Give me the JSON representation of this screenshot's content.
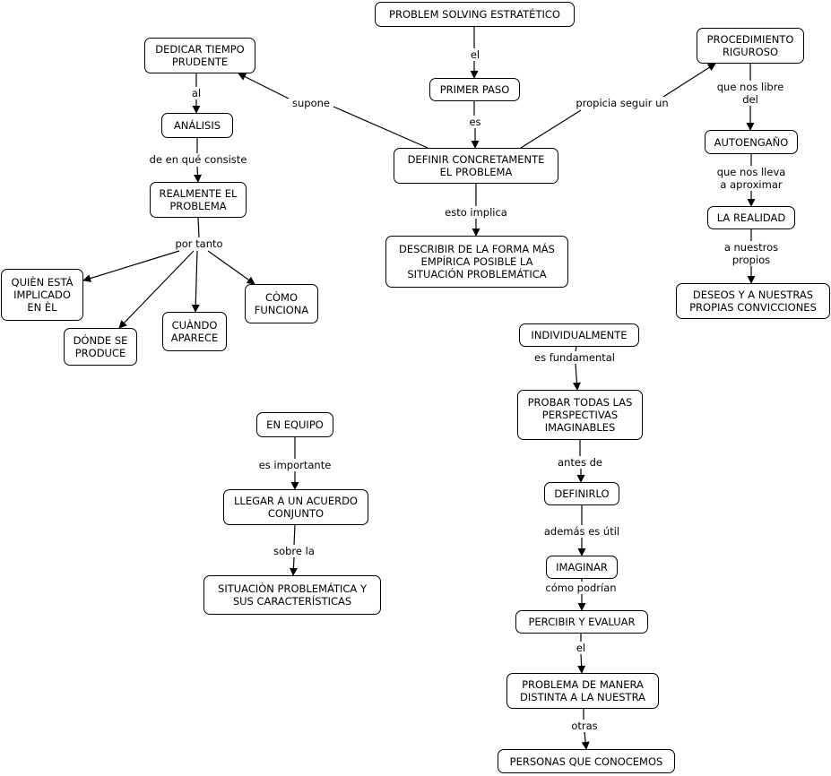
{
  "nodes": {
    "problem_solving": "PROBLEM SOLVING ESTRATÉTICO",
    "primer_paso": "PRIMER PASO",
    "definir": "DEFINIR CONCRETAMENTE\nEL PROBLEMA",
    "describir": "DESCRIBIR DE LA FORMA MÁS\nEMPÍRICA POSIBLE LA\nSITUACIÓN PROBLEMÁTICA",
    "dedicar": "DEDICAR TIEMPO\nPRUDENTE",
    "analisis": "ANÁLISIS",
    "realmente": "REALMENTE EL\nPROBLEMA",
    "quien": "QUIÈN ESTÁ\nIMPLICADO\nEN ÈL",
    "donde": "DÓNDE SE\nPRODUCE",
    "cuando": "CUÀNDO\nAPARECE",
    "como": "CÒMO\nFUNCIONA",
    "procedimiento": "PROCEDIMIENTO\nRIGUROSO",
    "autoengano": "AUTOENGAÑO",
    "realidad": "LA REALIDAD",
    "deseos": "DESEOS Y A NUESTRAS\nPROPIAS CONVICCIONES",
    "individualmente": "INDIVIDUALMENTE",
    "probar": "PROBAR TODAS LAS\nPERSPECTIVAS\nIMAGINABLES",
    "definirlo": "DEFINIRLO",
    "imaginar": "IMAGINAR",
    "percibir": "PERCIBIR Y EVALUAR",
    "manera": "PROBLEMA DE MANERA\nDISTINTA A LA NUESTRA",
    "personas": "PERSONAS QUE CONOCEMOS",
    "equipo": "EN EQUIPO",
    "acuerdo": "LLEGAR A UN ACUERDO\nCONJUNTO",
    "situacion": "SITUACIÒN PROBLEMÁTICA Y\nSUS CARACTERÍSTICAS"
  },
  "links": {
    "el1": "el",
    "es": "es",
    "esto_implica": "esto implica",
    "supone": "supone",
    "propicia": "propicia seguir un",
    "al": "al",
    "consiste": "de en qué consiste",
    "por_tanto": "por tanto",
    "libre": "que nos libre\ndel",
    "aproximar": "que nos lleva a aproximar",
    "propios": "a nuestros propios",
    "fundamental": "es fundamental",
    "antes": "antes de",
    "util": "además es útil",
    "podrian": "cómo podrían",
    "el2": "el",
    "otras": "otras",
    "importante": "es importante",
    "sobre": "sobre la"
  }
}
